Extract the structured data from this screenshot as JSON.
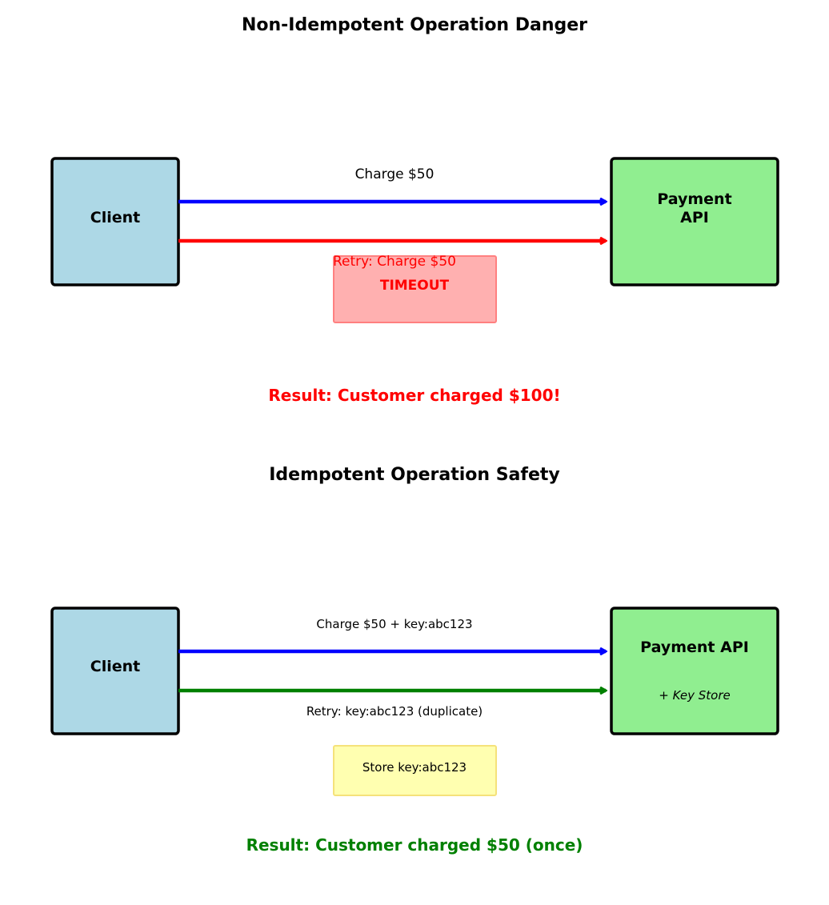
{
  "top": {
    "title": "Non-Idempotent Operation Danger",
    "client_label": "Client",
    "api_label_line1": "Payment",
    "api_label_line2": "API",
    "first_request_label": "Charge $50",
    "retry_label": "Retry: Charge $50",
    "timeout_label": "TIMEOUT",
    "result": "Result: Customer charged $100!"
  },
  "bottom": {
    "title": "Idempotent Operation Safety",
    "client_label": "Client",
    "api_label": "Payment API",
    "api_sublabel": "+ Key Store",
    "first_request_label": "Charge $50 + key:abc123",
    "retry_label": "Retry: key:abc123 (duplicate)",
    "store_label": "Store key:abc123",
    "result": "Result: Customer charged $50 (once)"
  },
  "colors": {
    "client_fill": "#add8e6",
    "api_fill": "#90ee90",
    "request_arrow": "#0000ff",
    "retry_arrow_danger": "#ff0000",
    "retry_arrow_safe": "#008000",
    "timeout_fill": "#ffb0b0",
    "store_fill": "#ffffb0",
    "danger_text": "#ff0000",
    "safe_text": "#008000"
  }
}
